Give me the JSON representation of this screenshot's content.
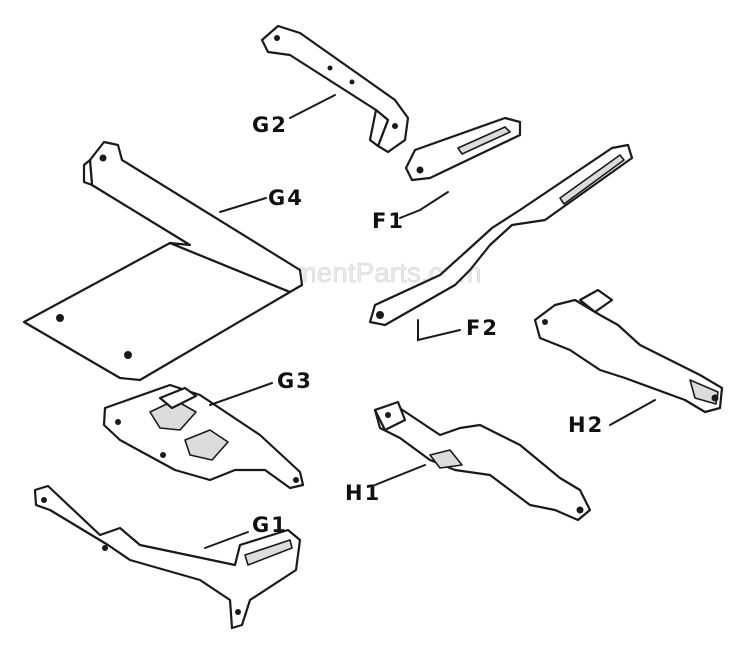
{
  "watermark": "eReplacementParts.com",
  "labels": {
    "g2": "G2",
    "g4": "G4",
    "f1": "F1",
    "f2": "F2",
    "g3": "G3",
    "h2": "H2",
    "h1": "H1",
    "g1": "G1"
  }
}
